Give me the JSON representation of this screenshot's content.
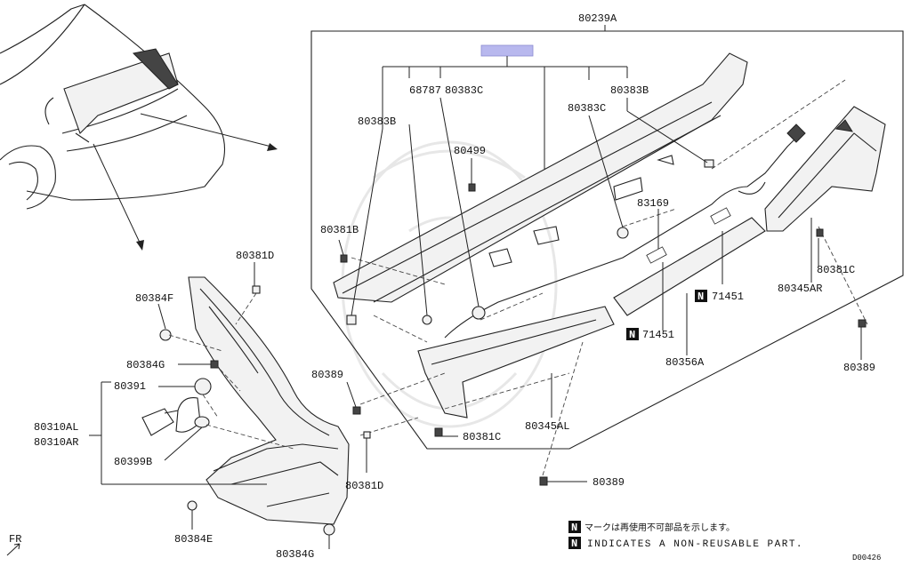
{
  "colors": {
    "line": "#222222",
    "highlight": "#b8b8ee",
    "watermark": "#e7e7e7"
  },
  "labels": {
    "assembly": "80239A",
    "p68787": "68787",
    "p80383C_a": "80383C",
    "p80383B_a": "80383B",
    "p80383B_b": "80383B",
    "p80383C_b": "80383C",
    "p80499": "80499",
    "p80381B": "80381B",
    "p83169": "83169",
    "p80381C_a": "80381C",
    "p80345AR": "80345AR",
    "p71451_a": "71451",
    "p71451_b": "71451",
    "p80356A": "80356A",
    "p80389_a": "80389",
    "p80389_b": "80389",
    "p80389_c": "80389",
    "p80381C_b": "80381C",
    "p80345AL": "80345AL",
    "p80381D_a": "80381D",
    "p80381D_b": "80381D",
    "p80384F": "80384F",
    "p80384G_a": "80384G",
    "p80384G_b": "80384G",
    "p80391": "80391",
    "p80310AL": "80310AL",
    "p80310AR": "80310AR",
    "p80399B": "80399B",
    "p80384E": "80384E"
  },
  "legend": {
    "n_symbol": "N",
    "note_ja": "マークは再使用不可部品を示します。",
    "note_en": "INDICATES A NON-REUSABLE PART."
  },
  "orientation": "FR",
  "diagram_code": "D00426"
}
